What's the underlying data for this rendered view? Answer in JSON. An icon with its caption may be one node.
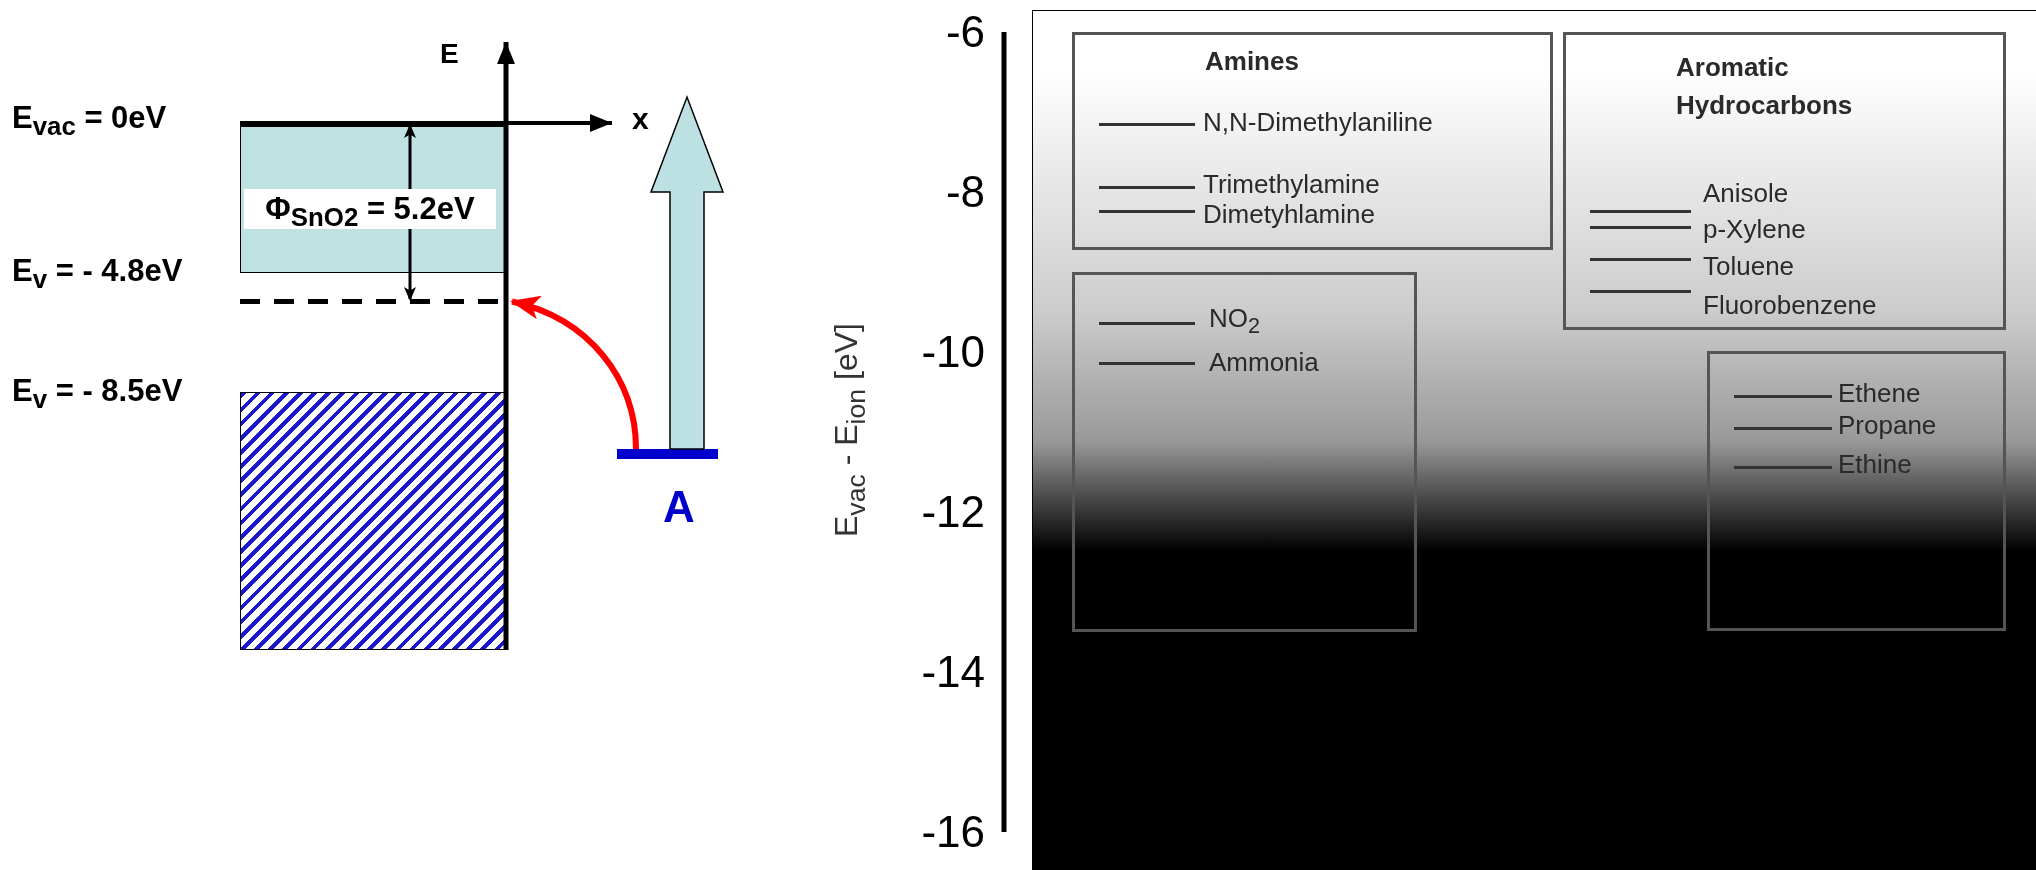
{
  "diagram": {
    "nodes": [
      {
        "text": [
          "Φ$_{SnO2}$ = 5.2eV"
        ]
      },
      {
        "text": [],
        "shape": "box"
      },
      {
        "text": [
          "A"
        ]
      },
      {
        "text": [
          "Amines",
          "N,N-Dimethylaniline",
          "Trimethylamine",
          "Dimetyhlamine"
        ]
      },
      {
        "text": [
          "Aromatic Hydrocarbons",
          "Anisole",
          "p-Xylene",
          "Toluene",
          "Fluorobenzene"
        ]
      },
      {
        "text": [
          "NO$_{2}$",
          "Ammonia"
        ]
      },
      {
        "text": [
          "Ethene",
          "Propane",
          "Ethine"
        ]
      },
      {
        "text": [],
        "shape": "line"
      }
    ],
    "edges": [
      {
        "from": 2,
        "to": 7,
        "arrow": "to",
        "color": "#ff0000"
      },
      {
        "from": 2,
        "to": null,
        "arrow": "to",
        "style": "thick",
        "color": "#bde0e3"
      },
      {
        "from": 0,
        "to": 7,
        "arrow": "both",
        "color": "#000000"
      }
    ],
    "labels": [
      "E",
      "E$_{vac}$ = 0eV",
      "x",
      "E$_{v}$ = - 4.8eV",
      "E$_{v}$ = - 8.5eV",
      "-6",
      "-8",
      "-10",
      "-12",
      "-14",
      "-16",
      "E$_{vac}$ - E$_{ion}$ [eV]"
    ]
  }
}
